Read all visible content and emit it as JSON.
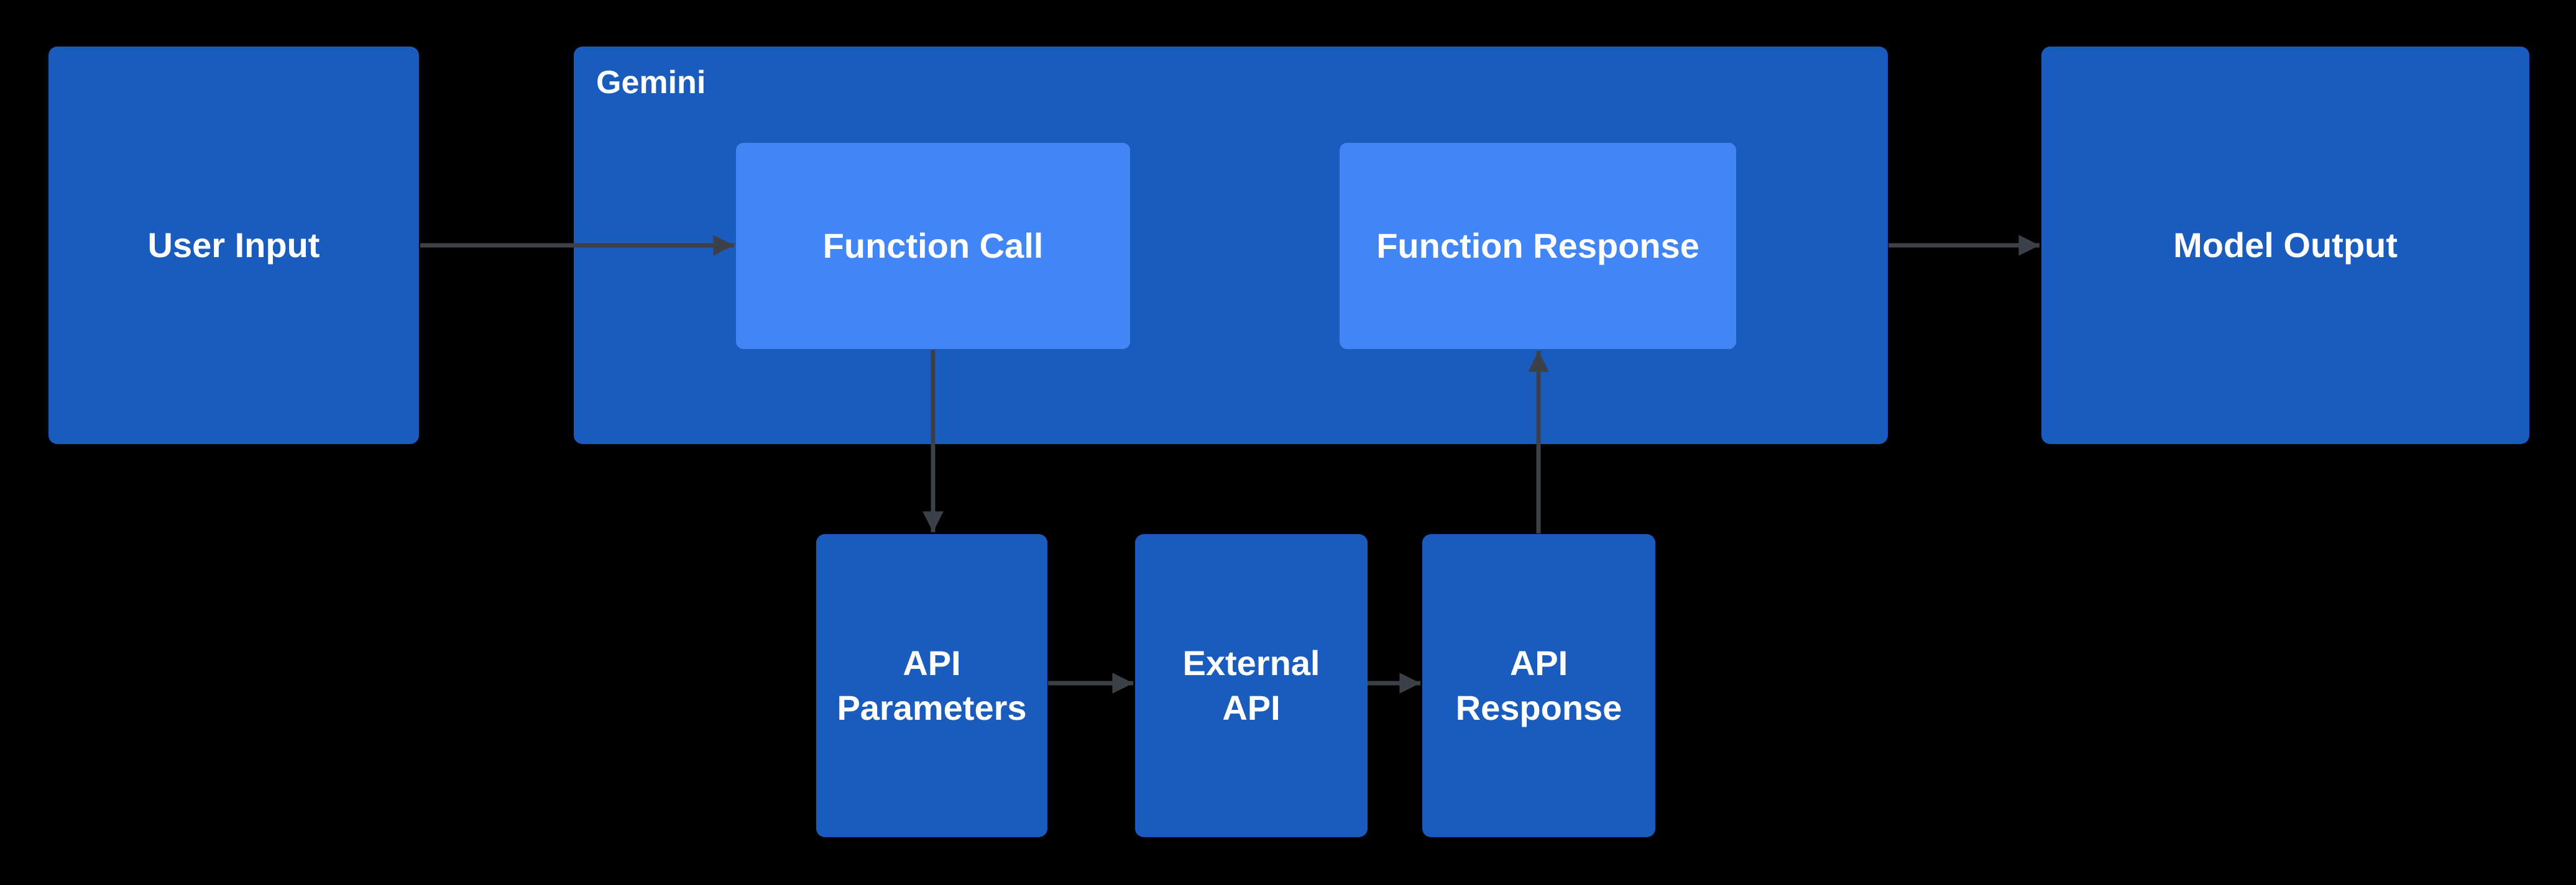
{
  "diagram": {
    "colors": {
      "canvas_bg": "#000000",
      "node_dark": "#1A5CBE",
      "node_light": "#4285F4",
      "arrow": "#3C4149",
      "label_text": "#FFFFFF"
    },
    "nodes": {
      "user_input": {
        "label": "User Input"
      },
      "gemini": {
        "label": "Gemini"
      },
      "function_call": {
        "label": "Function Call"
      },
      "function_response": {
        "label": "Function Response"
      },
      "model_output": {
        "label": "Model Output"
      },
      "api_parameters": {
        "label": "API Parameters"
      },
      "external_api": {
        "label": "External API"
      },
      "api_response": {
        "label": "API Response"
      }
    },
    "edges": [
      {
        "from": "user_input",
        "to": "function_call"
      },
      {
        "from": "function_call",
        "to": "api_parameters"
      },
      {
        "from": "api_parameters",
        "to": "external_api"
      },
      {
        "from": "external_api",
        "to": "api_response"
      },
      {
        "from": "api_response",
        "to": "function_response"
      },
      {
        "from": "gemini",
        "to": "model_output"
      }
    ]
  }
}
